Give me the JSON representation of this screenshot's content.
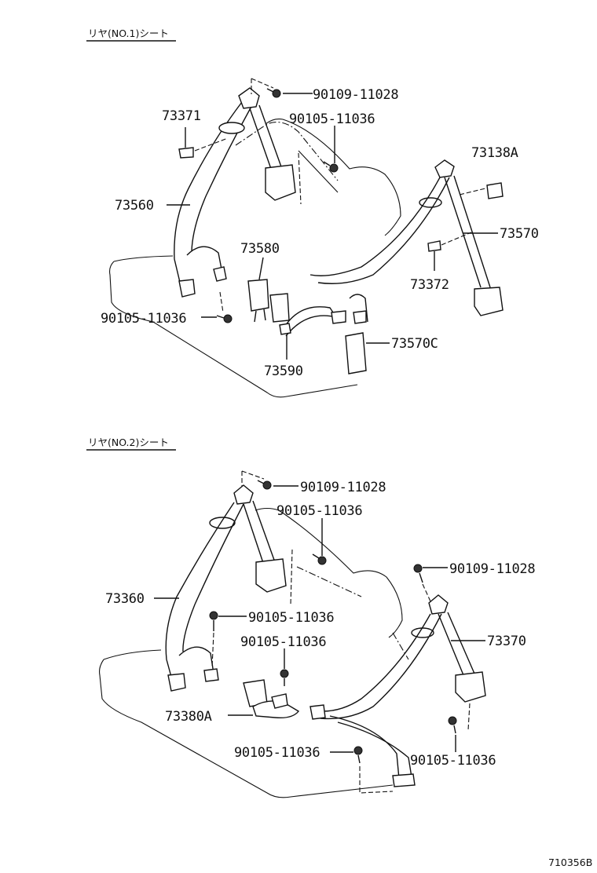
{
  "section1": {
    "title": "リヤ(NO.1)シート",
    "labels": {
      "bolt_top": "90109-11028",
      "bolt_mid": "90105-11036",
      "cover_left": "73371",
      "cover_right": "73138A",
      "belt_left": "73560",
      "belt_right": "73570",
      "buckle_a": "73580",
      "clip_right": "73372",
      "bolt_bottom": "90105-11036",
      "buckle_c": "73570C",
      "buckle_b": "73590"
    }
  },
  "section2": {
    "title": "リヤ(NO.2)シート",
    "labels": {
      "bolt_top": "90109-11028",
      "bolt_mid": "90105-11036",
      "bolt_right_top": "90109-11028",
      "belt_left": "73360",
      "bolt_center1": "90105-11036",
      "belt_right": "73370",
      "bolt_center2": "90105-11036",
      "buckle": "73380A",
      "bolt_bottom": "90105-11036",
      "bolt_right_bottom": "90105-11036"
    }
  },
  "footer": {
    "diagram_id": "710356B"
  }
}
